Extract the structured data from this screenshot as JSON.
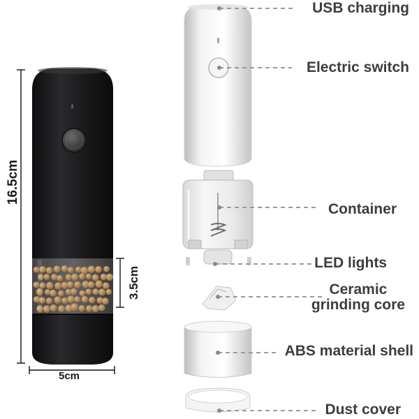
{
  "dimensions": {
    "height": "16.5cm",
    "window_height": "3.5cm",
    "width": "5cm"
  },
  "parts": [
    {
      "name": "USB charging"
    },
    {
      "name": "Electric switch"
    },
    {
      "name": "Container"
    },
    {
      "name": "LED lights"
    },
    {
      "name": "Ceramic grinding core",
      "line1": "Ceramic",
      "line2": "grinding core"
    },
    {
      "name": "ABS material shell"
    },
    {
      "name": "Dust cover"
    }
  ],
  "colors": {
    "grinder_body": "#1c1c1e",
    "white_parts": "#f2f2f2",
    "label_text": "#3d3d3d",
    "leader_line": "#9a9a9a",
    "peppercorn": "#b88a55"
  },
  "icons": {
    "assembled": "black-electric-pepper-grinder",
    "exploded": "white-grinder-exploded-view"
  }
}
